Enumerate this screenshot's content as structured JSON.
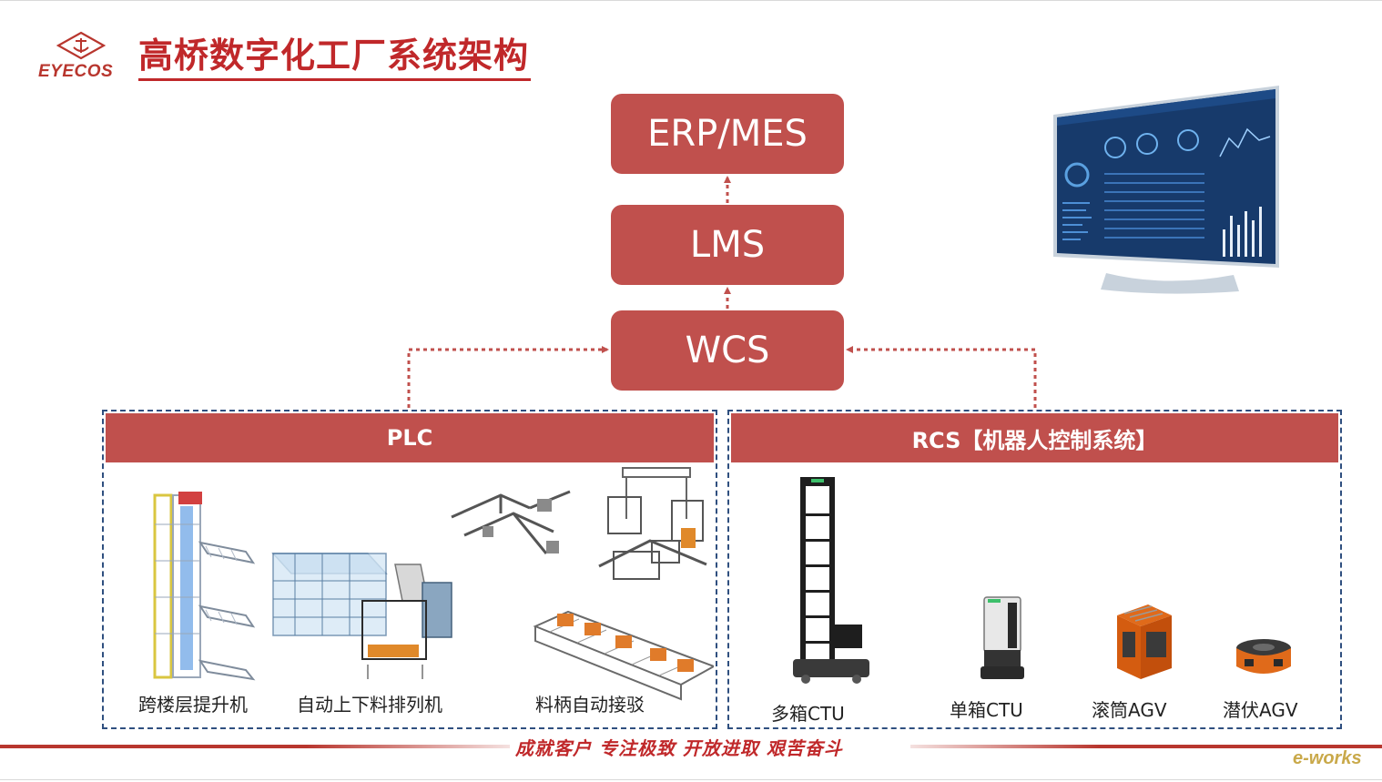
{
  "logo": {
    "text": "EYECOS"
  },
  "title": "高桥数字化工厂系统架构",
  "systems": {
    "erp": "ERP/MES",
    "lms": "LMS",
    "wcs": "WCS"
  },
  "groups": {
    "plc": {
      "title": "PLC",
      "items": [
        "跨楼层提升机",
        "自动上下料排列机",
        "料柄自动接驳"
      ]
    },
    "rcs": {
      "title": "RCS【机器人控制系统】",
      "items": [
        "多箱CTU",
        "单箱CTU",
        "滚筒AGV",
        "潜伏AGV"
      ]
    }
  },
  "footer": {
    "slogan": "成就客户 专注极致 开放进取 艰苦奋斗",
    "watermark": "e-works"
  },
  "colors": {
    "brand_red": "#c0504d",
    "title_red": "#c0282a",
    "group_border": "#2f4f7f"
  },
  "icons": [
    "logo-mark-icon",
    "dashboard-monitor-icon"
  ]
}
